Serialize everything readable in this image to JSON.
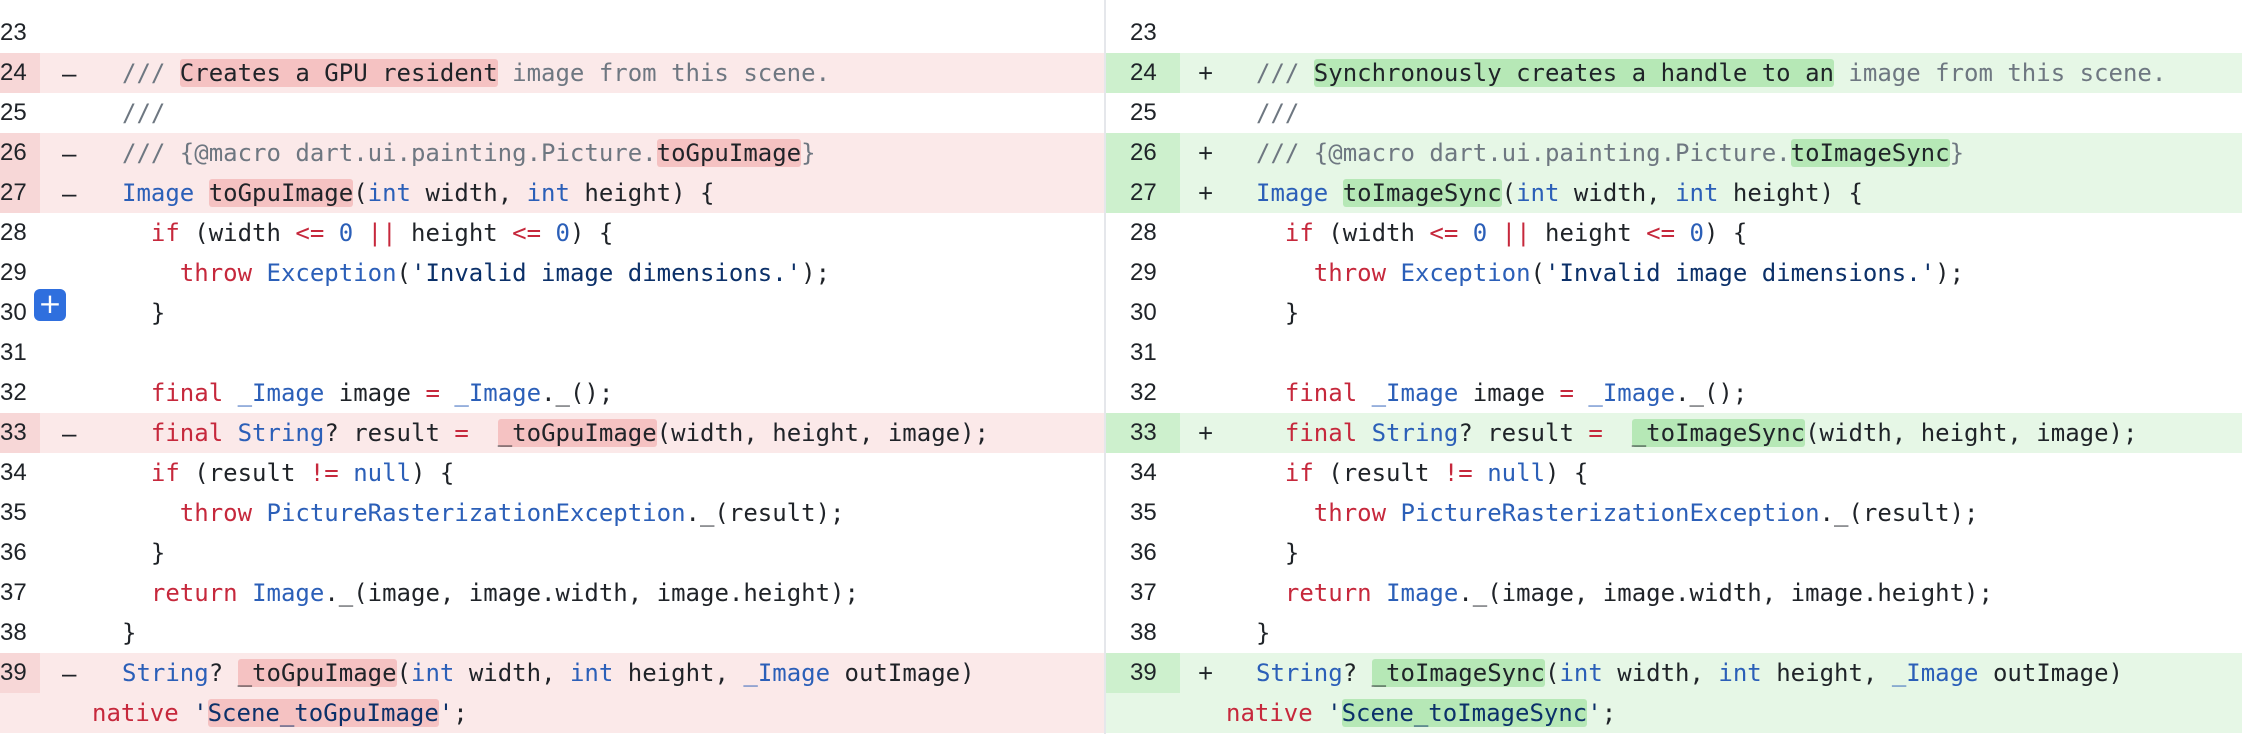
{
  "left": {
    "rows": [
      {
        "ln": "23",
        "sign": "",
        "kind": "ctx",
        "tokens": []
      },
      {
        "ln": "24",
        "sign": "–",
        "kind": "del",
        "tokens": [
          {
            "t": "/// ",
            "c": "comment"
          },
          {
            "t": "Creates a GPU resident",
            "c": "plain",
            "hl": true
          },
          {
            "t": " image from this scene.",
            "c": "comment"
          }
        ]
      },
      {
        "ln": "25",
        "sign": "",
        "kind": "ctx",
        "tokens": [
          {
            "t": "///",
            "c": "comment"
          }
        ]
      },
      {
        "ln": "26",
        "sign": "–",
        "kind": "del",
        "tokens": [
          {
            "t": "/// {@macro dart.ui.painting.Picture.",
            "c": "comment"
          },
          {
            "t": "toGpuImage",
            "c": "plain",
            "hl": true
          },
          {
            "t": "}",
            "c": "comment"
          }
        ]
      },
      {
        "ln": "27",
        "sign": "–",
        "kind": "del",
        "tokens": [
          {
            "t": "Image ",
            "c": "type"
          },
          {
            "t": "toGpuImage",
            "c": "plain",
            "hl": true
          },
          {
            "t": "(",
            "c": "plain"
          },
          {
            "t": "int",
            "c": "type"
          },
          {
            "t": " width, ",
            "c": "plain"
          },
          {
            "t": "int",
            "c": "type"
          },
          {
            "t": " height) {",
            "c": "plain"
          }
        ]
      },
      {
        "ln": "28",
        "sign": "",
        "kind": "ctx",
        "tokens": [
          {
            "t": "  ",
            "c": "plain"
          },
          {
            "t": "if",
            "c": "kw"
          },
          {
            "t": " (width ",
            "c": "plain"
          },
          {
            "t": "<=",
            "c": "op"
          },
          {
            "t": " ",
            "c": "plain"
          },
          {
            "t": "0",
            "c": "num"
          },
          {
            "t": " ",
            "c": "plain"
          },
          {
            "t": "||",
            "c": "op"
          },
          {
            "t": " height ",
            "c": "plain"
          },
          {
            "t": "<=",
            "c": "op"
          },
          {
            "t": " ",
            "c": "plain"
          },
          {
            "t": "0",
            "c": "num"
          },
          {
            "t": ") {",
            "c": "plain"
          }
        ]
      },
      {
        "ln": "29",
        "sign": "",
        "kind": "ctx",
        "tokens": [
          {
            "t": "    ",
            "c": "plain"
          },
          {
            "t": "throw",
            "c": "kw"
          },
          {
            "t": " ",
            "c": "plain"
          },
          {
            "t": "Exception",
            "c": "type"
          },
          {
            "t": "(",
            "c": "plain"
          },
          {
            "t": "'Invalid image dimensions.'",
            "c": "str"
          },
          {
            "t": ");",
            "c": "plain"
          }
        ]
      },
      {
        "ln": "30",
        "sign": "",
        "kind": "ctx",
        "tokens": [
          {
            "t": "  }",
            "c": "plain"
          }
        ]
      },
      {
        "ln": "31",
        "sign": "",
        "kind": "ctx",
        "tokens": []
      },
      {
        "ln": "32",
        "sign": "",
        "kind": "ctx",
        "tokens": [
          {
            "t": "  ",
            "c": "plain"
          },
          {
            "t": "final",
            "c": "kw"
          },
          {
            "t": " ",
            "c": "plain"
          },
          {
            "t": "_Image",
            "c": "type"
          },
          {
            "t": " image ",
            "c": "plain"
          },
          {
            "t": "=",
            "c": "op"
          },
          {
            "t": " ",
            "c": "plain"
          },
          {
            "t": "_Image",
            "c": "type"
          },
          {
            "t": "._();",
            "c": "plain"
          }
        ]
      },
      {
        "ln": "33",
        "sign": "–",
        "kind": "del",
        "tokens": [
          {
            "t": "  ",
            "c": "plain"
          },
          {
            "t": "final",
            "c": "kw"
          },
          {
            "t": " ",
            "c": "plain"
          },
          {
            "t": "String",
            "c": "type"
          },
          {
            "t": "? result ",
            "c": "plain"
          },
          {
            "t": "=",
            "c": "op"
          },
          {
            "t": "  ",
            "c": "plain"
          },
          {
            "t": "_toGpuImage",
            "c": "plain",
            "hl": true
          },
          {
            "t": "(width, height, image);",
            "c": "plain"
          }
        ]
      },
      {
        "ln": "34",
        "sign": "",
        "kind": "ctx",
        "tokens": [
          {
            "t": "  ",
            "c": "plain"
          },
          {
            "t": "if",
            "c": "kw"
          },
          {
            "t": " (result ",
            "c": "plain"
          },
          {
            "t": "!=",
            "c": "op"
          },
          {
            "t": " ",
            "c": "plain"
          },
          {
            "t": "null",
            "c": "type"
          },
          {
            "t": ") {",
            "c": "plain"
          }
        ]
      },
      {
        "ln": "35",
        "sign": "",
        "kind": "ctx",
        "tokens": [
          {
            "t": "    ",
            "c": "plain"
          },
          {
            "t": "throw",
            "c": "kw"
          },
          {
            "t": " ",
            "c": "plain"
          },
          {
            "t": "PictureRasterizationException",
            "c": "type"
          },
          {
            "t": "._(result);",
            "c": "plain"
          }
        ]
      },
      {
        "ln": "36",
        "sign": "",
        "kind": "ctx",
        "tokens": [
          {
            "t": "  }",
            "c": "plain"
          }
        ]
      },
      {
        "ln": "37",
        "sign": "",
        "kind": "ctx",
        "tokens": [
          {
            "t": "  ",
            "c": "plain"
          },
          {
            "t": "return",
            "c": "kw"
          },
          {
            "t": " ",
            "c": "plain"
          },
          {
            "t": "Image",
            "c": "type"
          },
          {
            "t": "._(image, image.width, image.height);",
            "c": "plain"
          }
        ]
      },
      {
        "ln": "38",
        "sign": "",
        "kind": "ctx",
        "tokens": [
          {
            "t": "}",
            "c": "plain"
          }
        ]
      },
      {
        "ln": "39",
        "sign": "–",
        "kind": "del",
        "tokens": [
          {
            "t": "String",
            "c": "type"
          },
          {
            "t": "? ",
            "c": "plain"
          },
          {
            "t": "_toGpuImage",
            "c": "plain",
            "hl": true
          },
          {
            "t": "(",
            "c": "plain"
          },
          {
            "t": "int",
            "c": "type"
          },
          {
            "t": " width, ",
            "c": "plain"
          },
          {
            "t": "int",
            "c": "type"
          },
          {
            "t": " height, ",
            "c": "plain"
          },
          {
            "t": "_Image",
            "c": "type"
          },
          {
            "t": " outImage)",
            "c": "plain"
          }
        ]
      },
      {
        "ln": "",
        "sign": "",
        "kind": "del",
        "cont": true,
        "tokens": [
          {
            "t": "native",
            "c": "kw"
          },
          {
            "t": " ",
            "c": "plain"
          },
          {
            "t": "'",
            "c": "str"
          },
          {
            "t": "Scene_toGpuImage",
            "c": "str",
            "hl": true
          },
          {
            "t": "'",
            "c": "str"
          },
          {
            "t": ";",
            "c": "plain"
          }
        ]
      }
    ]
  },
  "right": {
    "rows": [
      {
        "ln": "23",
        "sign": "",
        "kind": "ctx",
        "tokens": []
      },
      {
        "ln": "24",
        "sign": "+",
        "kind": "add",
        "tokens": [
          {
            "t": "/// ",
            "c": "comment"
          },
          {
            "t": "Synchronously creates a handle to an",
            "c": "plain",
            "hl": true
          },
          {
            "t": " image from this scene.",
            "c": "comment"
          }
        ]
      },
      {
        "ln": "25",
        "sign": "",
        "kind": "ctx",
        "tokens": [
          {
            "t": "///",
            "c": "comment"
          }
        ]
      },
      {
        "ln": "26",
        "sign": "+",
        "kind": "add",
        "tokens": [
          {
            "t": "/// {@macro dart.ui.painting.Picture.",
            "c": "comment"
          },
          {
            "t": "toImageSync",
            "c": "plain",
            "hl": true
          },
          {
            "t": "}",
            "c": "comment"
          }
        ]
      },
      {
        "ln": "27",
        "sign": "+",
        "kind": "add",
        "tokens": [
          {
            "t": "Image ",
            "c": "type"
          },
          {
            "t": "toImageSync",
            "c": "plain",
            "hl": true
          },
          {
            "t": "(",
            "c": "plain"
          },
          {
            "t": "int",
            "c": "type"
          },
          {
            "t": " width, ",
            "c": "plain"
          },
          {
            "t": "int",
            "c": "type"
          },
          {
            "t": " height) {",
            "c": "plain"
          }
        ]
      },
      {
        "ln": "28",
        "sign": "",
        "kind": "ctx",
        "tokens": [
          {
            "t": "  ",
            "c": "plain"
          },
          {
            "t": "if",
            "c": "kw"
          },
          {
            "t": " (width ",
            "c": "plain"
          },
          {
            "t": "<=",
            "c": "op"
          },
          {
            "t": " ",
            "c": "plain"
          },
          {
            "t": "0",
            "c": "num"
          },
          {
            "t": " ",
            "c": "plain"
          },
          {
            "t": "||",
            "c": "op"
          },
          {
            "t": " height ",
            "c": "plain"
          },
          {
            "t": "<=",
            "c": "op"
          },
          {
            "t": " ",
            "c": "plain"
          },
          {
            "t": "0",
            "c": "num"
          },
          {
            "t": ") {",
            "c": "plain"
          }
        ]
      },
      {
        "ln": "29",
        "sign": "",
        "kind": "ctx",
        "tokens": [
          {
            "t": "    ",
            "c": "plain"
          },
          {
            "t": "throw",
            "c": "kw"
          },
          {
            "t": " ",
            "c": "plain"
          },
          {
            "t": "Exception",
            "c": "type"
          },
          {
            "t": "(",
            "c": "plain"
          },
          {
            "t": "'Invalid image dimensions.'",
            "c": "str"
          },
          {
            "t": ");",
            "c": "plain"
          }
        ]
      },
      {
        "ln": "30",
        "sign": "",
        "kind": "ctx",
        "tokens": [
          {
            "t": "  }",
            "c": "plain"
          }
        ]
      },
      {
        "ln": "31",
        "sign": "",
        "kind": "ctx",
        "tokens": []
      },
      {
        "ln": "32",
        "sign": "",
        "kind": "ctx",
        "tokens": [
          {
            "t": "  ",
            "c": "plain"
          },
          {
            "t": "final",
            "c": "kw"
          },
          {
            "t": " ",
            "c": "plain"
          },
          {
            "t": "_Image",
            "c": "type"
          },
          {
            "t": " image ",
            "c": "plain"
          },
          {
            "t": "=",
            "c": "op"
          },
          {
            "t": " ",
            "c": "plain"
          },
          {
            "t": "_Image",
            "c": "type"
          },
          {
            "t": "._();",
            "c": "plain"
          }
        ]
      },
      {
        "ln": "33",
        "sign": "+",
        "kind": "add",
        "tokens": [
          {
            "t": "  ",
            "c": "plain"
          },
          {
            "t": "final",
            "c": "kw"
          },
          {
            "t": " ",
            "c": "plain"
          },
          {
            "t": "String",
            "c": "type"
          },
          {
            "t": "? result ",
            "c": "plain"
          },
          {
            "t": "=",
            "c": "op"
          },
          {
            "t": "  ",
            "c": "plain"
          },
          {
            "t": "_toImageSync",
            "c": "plain",
            "hl": true
          },
          {
            "t": "(width, height, image);",
            "c": "plain"
          }
        ]
      },
      {
        "ln": "34",
        "sign": "",
        "kind": "ctx",
        "tokens": [
          {
            "t": "  ",
            "c": "plain"
          },
          {
            "t": "if",
            "c": "kw"
          },
          {
            "t": " (result ",
            "c": "plain"
          },
          {
            "t": "!=",
            "c": "op"
          },
          {
            "t": " ",
            "c": "plain"
          },
          {
            "t": "null",
            "c": "type"
          },
          {
            "t": ") {",
            "c": "plain"
          }
        ]
      },
      {
        "ln": "35",
        "sign": "",
        "kind": "ctx",
        "tokens": [
          {
            "t": "    ",
            "c": "plain"
          },
          {
            "t": "throw",
            "c": "kw"
          },
          {
            "t": " ",
            "c": "plain"
          },
          {
            "t": "PictureRasterizationException",
            "c": "type"
          },
          {
            "t": "._(result);",
            "c": "plain"
          }
        ]
      },
      {
        "ln": "36",
        "sign": "",
        "kind": "ctx",
        "tokens": [
          {
            "t": "  }",
            "c": "plain"
          }
        ]
      },
      {
        "ln": "37",
        "sign": "",
        "kind": "ctx",
        "tokens": [
          {
            "t": "  ",
            "c": "plain"
          },
          {
            "t": "return",
            "c": "kw"
          },
          {
            "t": " ",
            "c": "plain"
          },
          {
            "t": "Image",
            "c": "type"
          },
          {
            "t": "._(image, image.width, image.height);",
            "c": "plain"
          }
        ]
      },
      {
        "ln": "38",
        "sign": "",
        "kind": "ctx",
        "tokens": [
          {
            "t": "}",
            "c": "plain"
          }
        ]
      },
      {
        "ln": "39",
        "sign": "+",
        "kind": "add",
        "tokens": [
          {
            "t": "String",
            "c": "type"
          },
          {
            "t": "? ",
            "c": "plain"
          },
          {
            "t": "_toImageSync",
            "c": "plain",
            "hl": true
          },
          {
            "t": "(",
            "c": "plain"
          },
          {
            "t": "int",
            "c": "type"
          },
          {
            "t": " width, ",
            "c": "plain"
          },
          {
            "t": "int",
            "c": "type"
          },
          {
            "t": " height, ",
            "c": "plain"
          },
          {
            "t": "_Image",
            "c": "type"
          },
          {
            "t": " outImage)",
            "c": "plain"
          }
        ]
      },
      {
        "ln": "",
        "sign": "",
        "kind": "add",
        "cont": true,
        "tokens": [
          {
            "t": "native",
            "c": "kw"
          },
          {
            "t": " ",
            "c": "plain"
          },
          {
            "t": "'",
            "c": "str"
          },
          {
            "t": "Scene_toImageSync",
            "c": "str",
            "hl": true
          },
          {
            "t": "'",
            "c": "str"
          },
          {
            "t": ";",
            "c": "plain"
          }
        ]
      }
    ]
  },
  "expand_button": {
    "label": "+",
    "icon": "plus-icon",
    "color": "#2f6fde"
  },
  "colors": {
    "deletion_bg": "#fbe9e9",
    "deletion_highlight": "#f5c2c2",
    "addition_bg": "#e6f7e6",
    "addition_highlight": "#b6e8b6",
    "keyword": "#c6283c",
    "type": "#2b5fb8",
    "comment": "#6e7781"
  }
}
